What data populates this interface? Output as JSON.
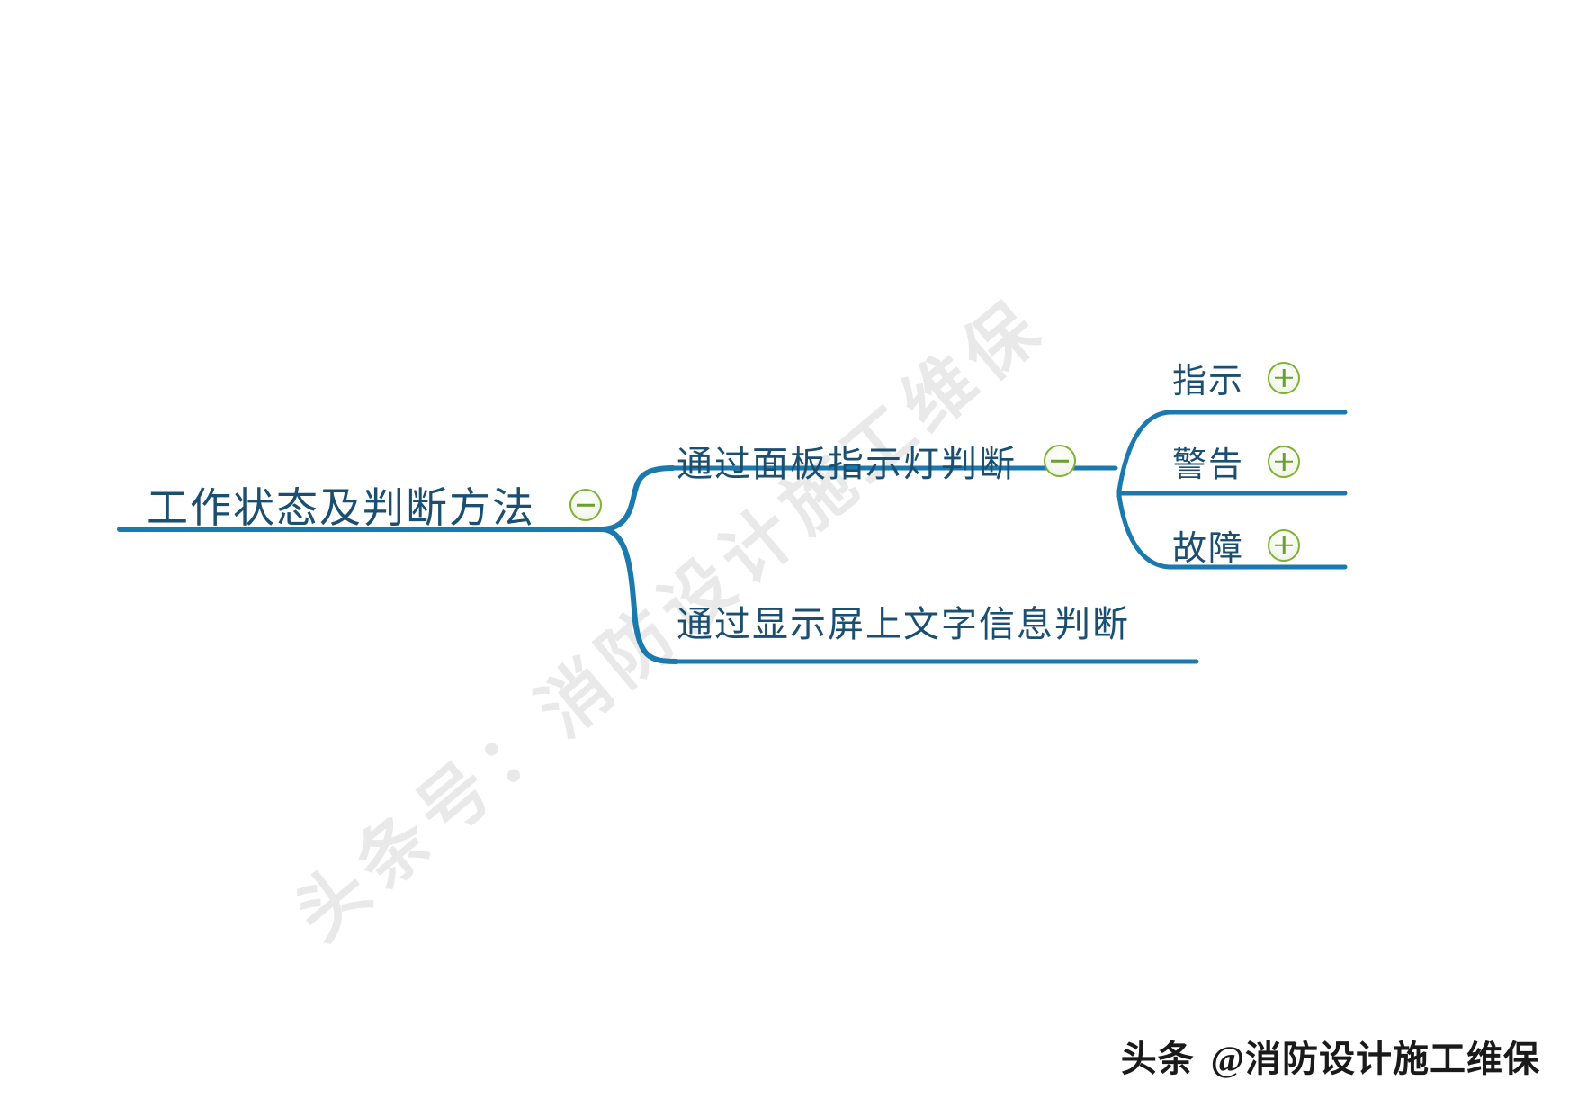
{
  "document": {
    "type": "mind-map",
    "background_color": "#ffffff"
  },
  "colors": {
    "branch_line": "#1a7aad",
    "node_text": "#1b4f72",
    "toggle_border": "#7fb135",
    "toggle_glyph": "#6aa02c",
    "watermark": "#e9e9e9",
    "footer_text": "#1a1a1a"
  },
  "root": {
    "label": "工作状态及判断方法",
    "toggle": {
      "state": "expanded",
      "icon": "minus-circle-icon",
      "glyph": "−"
    }
  },
  "branches": [
    {
      "id": "panel-indicator",
      "label": "通过面板指示灯判断",
      "toggle": {
        "state": "expanded",
        "icon": "minus-circle-icon",
        "glyph": "−"
      },
      "children": [
        {
          "id": "indicate",
          "label": "指示",
          "toggle": {
            "state": "collapsed",
            "icon": "plus-circle-icon",
            "glyph": "+"
          }
        },
        {
          "id": "warning",
          "label": "警告",
          "toggle": {
            "state": "collapsed",
            "icon": "plus-circle-icon",
            "glyph": "+"
          }
        },
        {
          "id": "fault",
          "label": "故障",
          "toggle": {
            "state": "collapsed",
            "icon": "plus-circle-icon",
            "glyph": "+"
          }
        }
      ]
    },
    {
      "id": "screen-text",
      "label": "通过显示屏上文字信息判断",
      "toggle": null,
      "children": []
    }
  ],
  "watermark": {
    "diagonal_text": "头条号：消防设计施工维保"
  },
  "footer": {
    "brand": "头条",
    "handle": "@消防设计施工维保"
  }
}
